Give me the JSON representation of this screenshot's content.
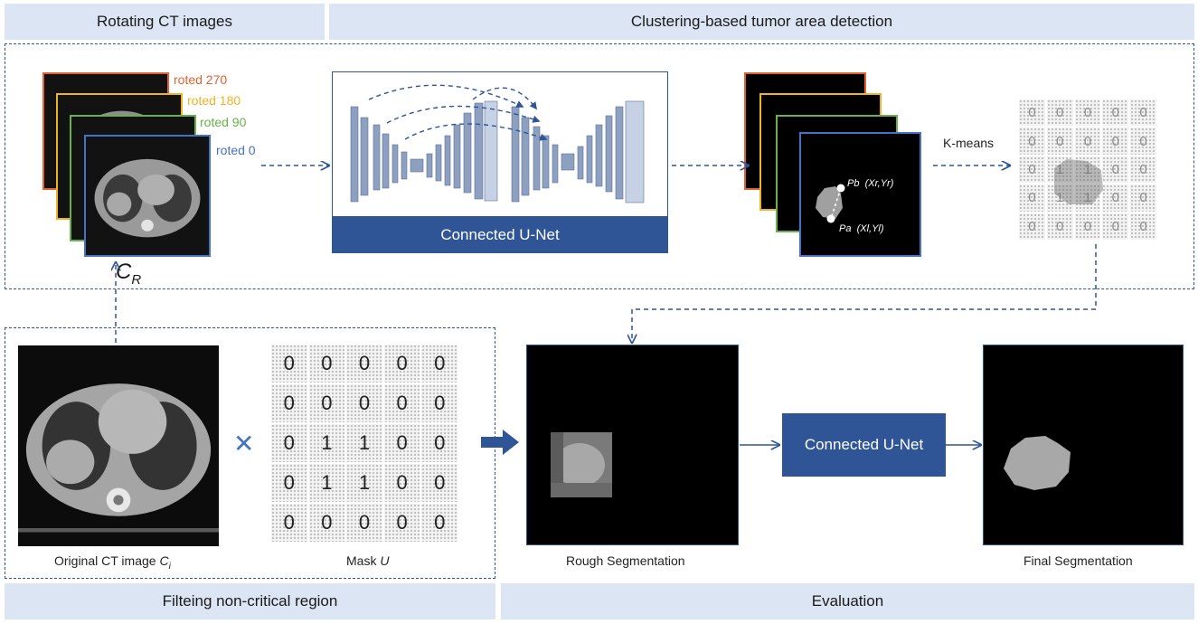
{
  "sections": {
    "rotating": "Rotating CT images",
    "clustering": "Clustering-based tumor area detection",
    "filtering": "Filteing non-critical region",
    "evaluation": "Evaluation"
  },
  "rotations": [
    "roted 270",
    "roted 180",
    "roted 90",
    "roted 0"
  ],
  "rotation_colors": [
    "#e2612e",
    "#f0b323",
    "#6ab04c",
    "#4472c4"
  ],
  "cr_label": {
    "main": "C",
    "sub": "R"
  },
  "unet_label": "Connected U-Net",
  "kmeans_label": "K-means",
  "points": {
    "pb_name": "Pb",
    "pb_coords": "(Xr,Yr)",
    "pa_name": "Pa",
    "pa_coords": "(Xl,Yl)"
  },
  "mask_grid": [
    [
      "0",
      "0",
      "0",
      "0",
      "0"
    ],
    [
      "0",
      "0",
      "0",
      "0",
      "0"
    ],
    [
      "0",
      "1",
      "1",
      "0",
      "0"
    ],
    [
      "0",
      "1",
      "1",
      "0",
      "0"
    ],
    [
      "0",
      "0",
      "0",
      "0",
      "0"
    ]
  ],
  "multiply_symbol": "✕",
  "captions": {
    "original_main": "Original CT image ",
    "original_var": "C",
    "original_sub": "i",
    "mask_main": "Mask ",
    "mask_var": "U",
    "rough": "Rough Segmentation",
    "final": "Final Segmentation"
  },
  "unet_eval_label": "Connected U-Net"
}
